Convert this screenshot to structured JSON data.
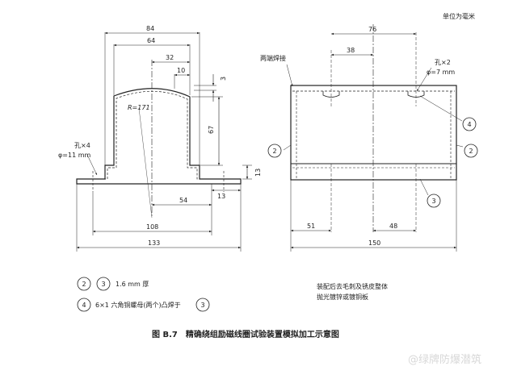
{
  "unit_note": "单位为毫米",
  "left_view": {
    "dims": {
      "d84": "84",
      "d64": "64",
      "d32": "32",
      "d10": "10",
      "d3": "3",
      "radius": "R=171",
      "d67": "67",
      "d13a": "13",
      "d13b": "13",
      "d54": "54",
      "d108": "108",
      "d133": "133"
    },
    "hole_label": "孔×4",
    "hole_dia": "φ=11 mm"
  },
  "right_view": {
    "dims": {
      "d76": "76",
      "d38": "38",
      "d51": "51",
      "d48": "48",
      "d150": "150"
    },
    "weld_label": "两端焊接",
    "hole_label": "孔×2",
    "hole_dia": "φ=7 mm"
  },
  "balloons": {
    "b2": "2",
    "b3": "3",
    "b4": "4"
  },
  "notes": {
    "thickness": "1.6 mm 厚",
    "nut": "6×1 六角铜螺母(两个)凸焊于",
    "assembly1": "装配后去毛刺及锈皮整体",
    "assembly2": "抛光镀锌或镀铜板"
  },
  "caption": "图 B.7　精确绕组励磁线圈试验装置模拟加工示意图",
  "watermark": "@绿牌防爆潜筑"
}
